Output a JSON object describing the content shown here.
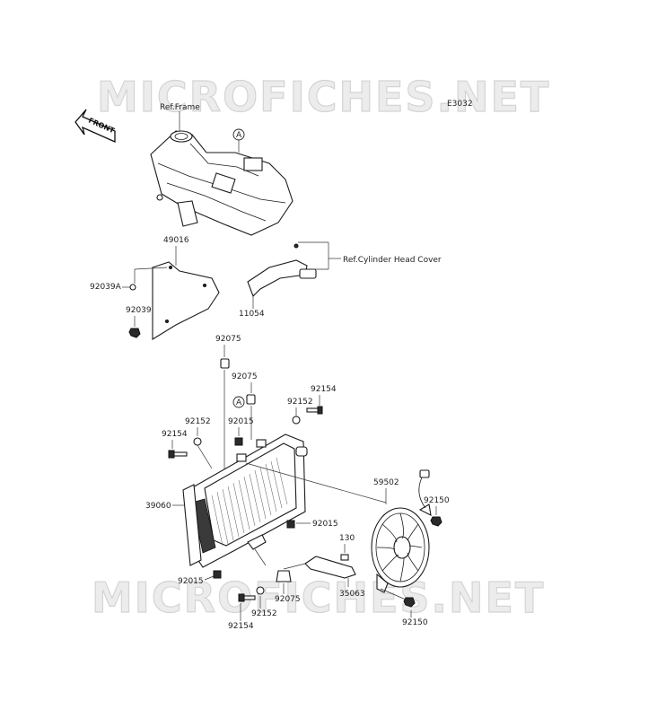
{
  "watermark": "MICROFICHES.NET",
  "diagram_code": "E3032",
  "front_label": "FRONT",
  "callouts": {
    "ref_frame": "Ref.Frame",
    "ref_cyl": "Ref.Cylinder Head Cover",
    "p49016": "49016",
    "p92039A": "92039A",
    "p92039": "92039",
    "p11054": "11054",
    "p92075_a": "92075",
    "p92075_b": "92075",
    "p92075_c": "92075",
    "p92154_a": "92154",
    "p92154_b": "92154",
    "p92154_c": "92154",
    "p92152_a": "92152",
    "p92152_b": "92152",
    "p92152_c": "92152",
    "p92015_a": "92015",
    "p92015_b": "92015",
    "p92015_c": "92015",
    "p39060": "39060",
    "p59502": "59502",
    "p92150_a": "92150",
    "p92150_b": "92150",
    "p130": "130",
    "p35063": "35063",
    "ref_A_1": "A",
    "ref_A_2": "A"
  }
}
